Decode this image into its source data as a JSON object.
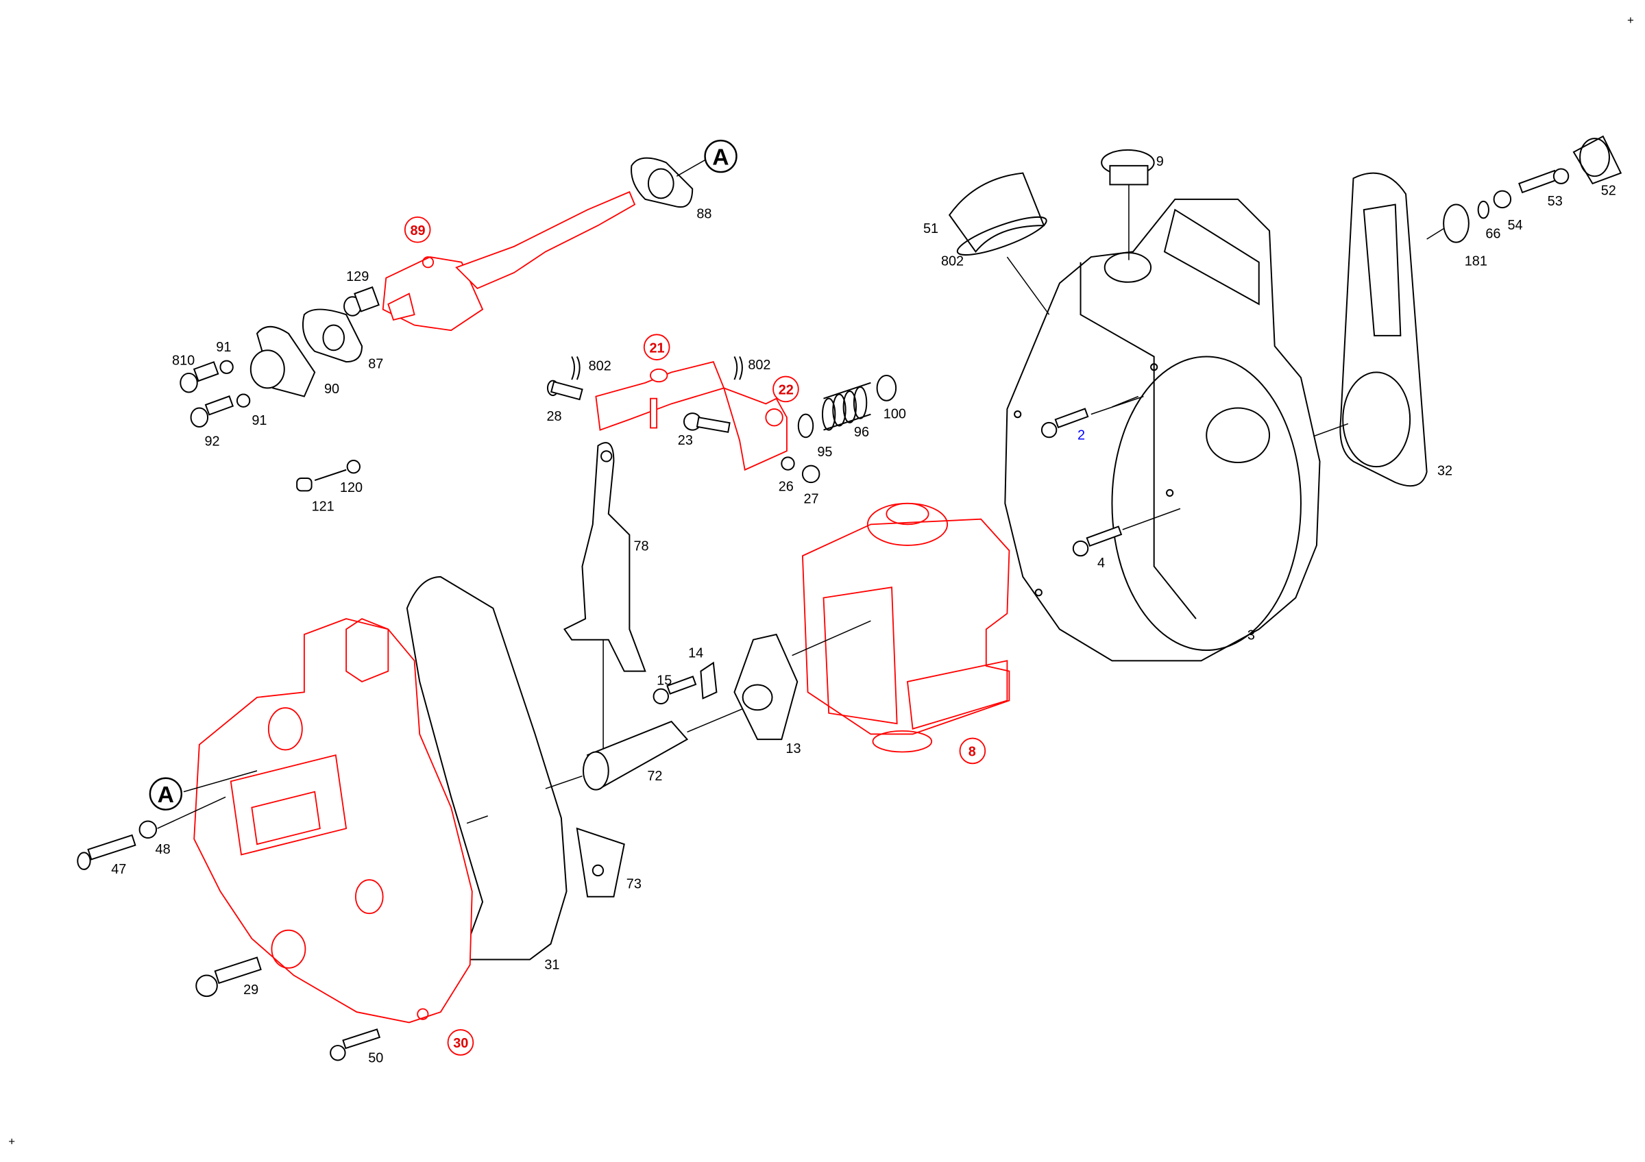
{
  "diagram": {
    "corner_marks": [
      "+",
      "+"
    ],
    "reference_marks": [
      "A",
      "A"
    ],
    "colors": {
      "highlight": "#ff0000",
      "normal": "#000000",
      "link": "#0000ff"
    },
    "highlighted_parts": [
      "89",
      "21",
      "22",
      "8",
      "30"
    ],
    "labels": {
      "p88": "88",
      "p129": "129",
      "p91a": "91",
      "p810": "810",
      "p87": "87",
      "p90": "90",
      "p91b": "91",
      "p92": "92",
      "p120": "120",
      "p121": "121",
      "p802a": "802",
      "p802b": "802",
      "p28": "28",
      "p23": "23",
      "p26": "26",
      "p27": "27",
      "p95": "95",
      "p96": "96",
      "p100": "100",
      "p78": "78",
      "p14": "14",
      "p15": "15",
      "p13": "13",
      "p72": "72",
      "p73": "73",
      "p47": "47",
      "p48": "48",
      "p29": "29",
      "p50": "50",
      "p31": "31",
      "p51": "51",
      "p802c": "802",
      "p9": "9",
      "p2": "2",
      "p4": "4",
      "p3": "3",
      "p32": "32",
      "p181": "181",
      "p66": "66",
      "p54": "54",
      "p53": "53",
      "p52": "52",
      "p89": "89",
      "p21": "21",
      "p22": "22",
      "p8": "8",
      "p30": "30"
    }
  }
}
